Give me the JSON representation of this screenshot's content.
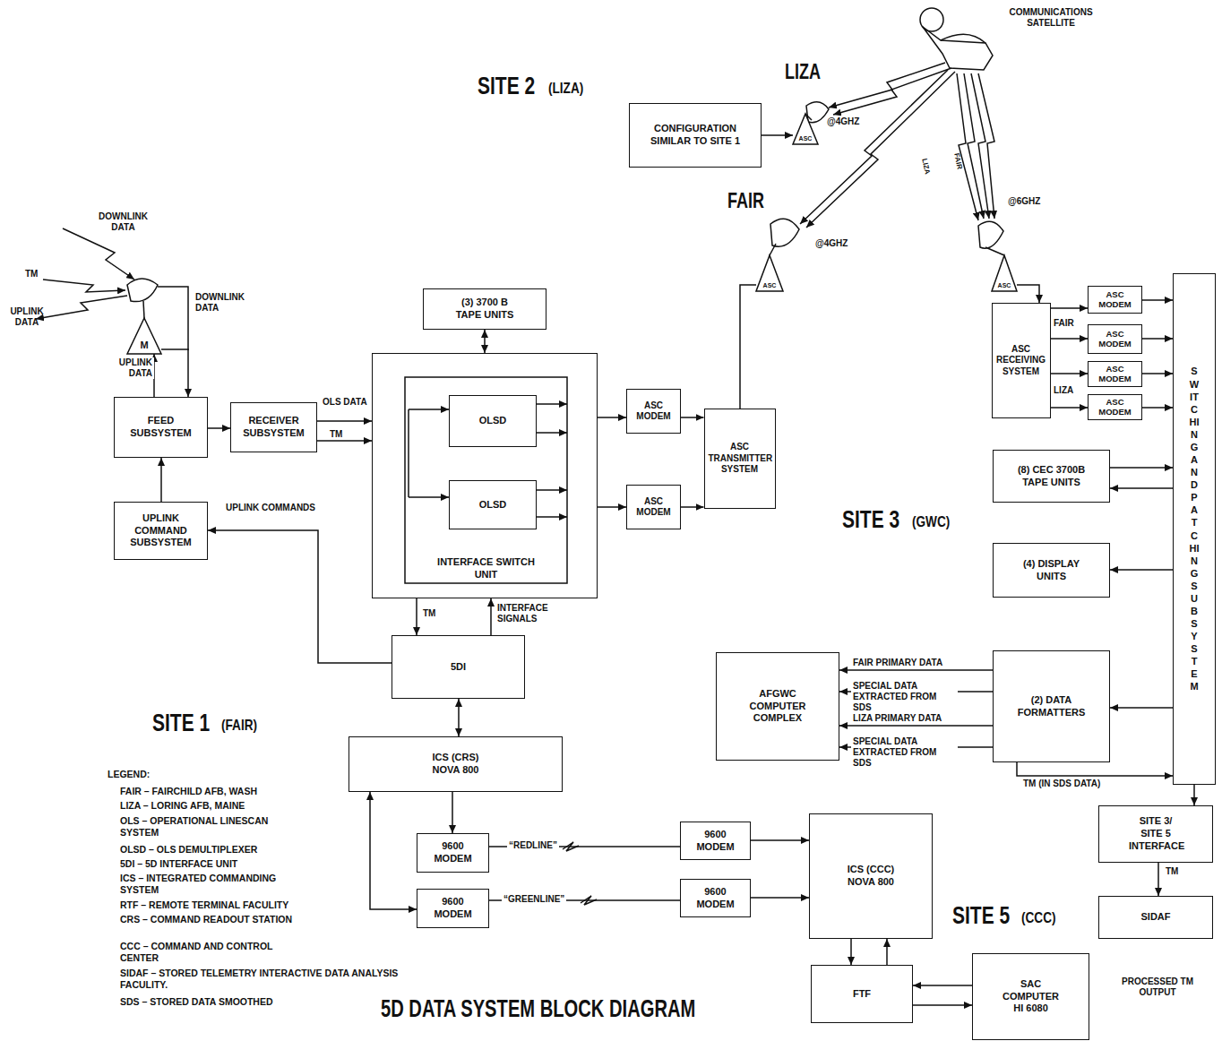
{
  "diagram": {
    "title": "5D DATA SYSTEM BLOCK DIAGRAM",
    "nodes": [
      {
        "text": [
          "CONFIGURATION SIMILAR TO SITE 1"
        ]
      },
      {
        "text": [
          "ASC"
        ]
      },
      {
        "text": [
          "ASC"
        ]
      },
      {
        "text": [
          "ASC"
        ]
      },
      {
        "text": [
          "M"
        ]
      },
      {
        "text": [
          "(3) 3700 B TAPE UNITS"
        ]
      },
      {
        "text": [
          "FEED SUBSYSTEM"
        ]
      },
      {
        "text": [
          "RECEIVER SUBSYSTEM"
        ]
      },
      {
        "text": [
          "INTERFACE SWITCH UNIT"
        ]
      },
      {
        "text": [
          "OLSD"
        ],
        "in": 8
      },
      {
        "text": [
          "OLSD"
        ],
        "in": 8
      },
      {
        "text": [
          "ASC MODEM"
        ]
      },
      {
        "text": [
          "ASC MODEM"
        ]
      },
      {
        "text": [
          "ASC TRANSMITTER SYSTEM"
        ]
      },
      {
        "text": [
          "ASC RECEIVING SYSTEM"
        ]
      },
      {
        "text": [
          "ASC MODEM"
        ]
      },
      {
        "text": [
          "ASC MODEM"
        ]
      },
      {
        "text": [
          "ASC MODEM"
        ]
      },
      {
        "text": [
          "ASC MODEM"
        ]
      },
      {
        "text": [
          "SWITCHING AND PATCHING SUBSYSTEM"
        ]
      },
      {
        "text": [
          "(8) CEC 3700B TAPE UNITS"
        ]
      },
      {
        "text": [
          "UPLINK COMMAND SUBSYSTEM"
        ]
      },
      {
        "text": [
          "(4) DISPLAY UNITS"
        ]
      },
      {
        "text": [
          "5DI"
        ]
      },
      {
        "text": [
          "AFGWC COMPUTER COMPLEX"
        ]
      },
      {
        "text": [
          "(2) DATA FORMATTERS"
        ]
      },
      {
        "text": [
          "ICS (CRS) NOVA 800"
        ]
      },
      {
        "text": [
          "SITE 3/ SITE 5 INTERFACE"
        ]
      },
      {
        "text": [
          "9600 MODEM"
        ]
      },
      {
        "text": [
          "9600 MODEM"
        ]
      },
      {
        "text": [
          "ICS (CCC) NOVA 800"
        ]
      },
      {
        "text": [
          "9600 MODEM"
        ]
      },
      {
        "text": [
          "9600 MODEM"
        ]
      },
      {
        "text": [
          "SIDAF"
        ]
      },
      {
        "text": [
          "FTF"
        ]
      },
      {
        "text": [
          "SAC COMPUTER HI 6080"
        ]
      }
    ],
    "edges": [
      {
        "from": 0,
        "to": 1,
        "arrow": "to"
      },
      {
        "from": 4,
        "to": 6,
        "arrow": "to",
        "label": "DOWNLINK DATA"
      },
      {
        "from": 6,
        "to": 4,
        "arrow": "to",
        "label": "UPLINK DATA"
      },
      {
        "from": 6,
        "to": 7,
        "arrow": "to"
      },
      {
        "from": 7,
        "to": 8,
        "arrow": "to",
        "label": "OLS DATA"
      },
      {
        "from": 7,
        "to": 8,
        "arrow": "to",
        "label": "TM"
      },
      {
        "from": 21,
        "to": 6,
        "arrow": "to"
      },
      {
        "from": 23,
        "to": 21,
        "arrow": "to",
        "label": "UPLINK COMMANDS"
      },
      {
        "from": 5,
        "to": 8,
        "arrow": "both"
      },
      {
        "from": 8,
        "to": 11,
        "arrow": "to"
      },
      {
        "from": 8,
        "to": 12,
        "arrow": "to"
      },
      {
        "from": 11,
        "to": 13,
        "arrow": "to"
      },
      {
        "from": 12,
        "to": 13,
        "arrow": "to"
      },
      {
        "from": 13,
        "to": 2,
        "arrow": "none"
      },
      {
        "from": 3,
        "to": 14,
        "arrow": "to"
      },
      {
        "from": 14,
        "to": 15,
        "arrow": "to"
      },
      {
        "from": 14,
        "to": 16,
        "arrow": "to"
      },
      {
        "from": 14,
        "to": 17,
        "arrow": "to"
      },
      {
        "from": 14,
        "to": 18,
        "arrow": "to"
      },
      {
        "from": 15,
        "to": 19,
        "arrow": "to"
      },
      {
        "from": 16,
        "to": 19,
        "arrow": "to"
      },
      {
        "from": 17,
        "to": 19,
        "arrow": "to"
      },
      {
        "from": 18,
        "to": 19,
        "arrow": "to"
      },
      {
        "from": 20,
        "to": 19,
        "arrow": "to"
      },
      {
        "from": 19,
        "to": 20,
        "arrow": "to"
      },
      {
        "from": 19,
        "to": 22,
        "arrow": "to"
      },
      {
        "from": 19,
        "to": 25,
        "arrow": "to"
      },
      {
        "from": 25,
        "to": 24,
        "arrow": "to",
        "label": "FAIR PRIMARY DATA"
      },
      {
        "from": 25,
        "to": 24,
        "arrow": "to",
        "label": "SPECIAL DATA EXTRACTED FROM SDS"
      },
      {
        "from": 25,
        "to": 24,
        "arrow": "to",
        "label": "LIZA PRIMARY DATA"
      },
      {
        "from": 25,
        "to": 24,
        "arrow": "to",
        "label": "SPECIAL DATA EXTRACTED FROM SDS"
      },
      {
        "from": 25,
        "to": 19,
        "arrow": "to",
        "label": "TM (IN SDS DATA)"
      },
      {
        "from": 19,
        "to": 27,
        "arrow": "to"
      },
      {
        "from": 27,
        "to": 33,
        "arrow": "to",
        "label": "TM"
      },
      {
        "from": 8,
        "to": 23,
        "arrow": "to",
        "label": "TM"
      },
      {
        "from": 23,
        "to": 8,
        "arrow": "to",
        "label": "INTERFACE SIGNALS"
      },
      {
        "from": 23,
        "to": 26,
        "arrow": "both"
      },
      {
        "from": 26,
        "to": 28,
        "arrow": "to"
      },
      {
        "from": 31,
        "to": 26,
        "arrow": "both"
      },
      {
        "from": 28,
        "to": 29,
        "arrow": "none",
        "label": "“REDLINE”"
      },
      {
        "from": 31,
        "to": 32,
        "arrow": "none",
        "label": "“GREENLINE”"
      },
      {
        "from": 29,
        "to": 30,
        "arrow": "to"
      },
      {
        "from": 32,
        "to": 30,
        "arrow": "to"
      },
      {
        "from": 30,
        "to": 34,
        "arrow": "to"
      },
      {
        "from": 34,
        "to": 30,
        "arrow": "to"
      },
      {
        "from": 35,
        "to": 34,
        "arrow": "to"
      },
      {
        "from": 34,
        "to": 35,
        "arrow": "to"
      }
    ],
    "labels": [
      "SITE 2",
      "(LIZA)",
      "LIZA",
      "COMMUNICATIONS SATELLITE",
      "@4GHZ",
      "FAIR",
      "@4GHZ",
      "LIZA",
      "FAIR",
      "@6GHZ",
      "DOWNLINK DATA",
      "TM",
      "UPLINK DATA",
      "FAIR",
      "LIZA",
      "SITE 3",
      "(GWC)",
      "SITE 1",
      "(FAIR)",
      "LEGEND:",
      "FAIR – FAIRCHILD AFB, WASH",
      "LIZA – LORING AFB, MAINE",
      "OLS – OPERATIONAL LINESCAN SYSTEM",
      "OLSD – OLS DEMULTIPLEXER",
      "5DI – 5D INTERFACE UNIT",
      "ICS – INTEGRATED COMMANDING SYSTEM",
      "RTF – REMOTE TERMINAL FACULITY",
      "CRS – COMMAND READOUT STATION",
      "CCC – COMMAND AND CONTROL CENTER",
      "SIDAF – STORED TELEMETRY INTERACTIVE DATA ANALYSIS FACULITY.",
      "SDS – STORED DATA SMOOTHED",
      "SITE 5",
      "(CCC)",
      "PROCESSED TM OUTPUT"
    ]
  }
}
